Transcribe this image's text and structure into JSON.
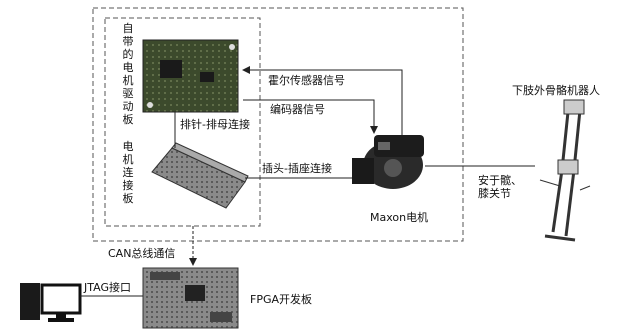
{
  "labels": {
    "driver_board": "自带的电机驱动板",
    "adapter_board": "电机连接板",
    "pin_header": "排针-排母连接",
    "plug_socket": "插头-插座连接",
    "hall_sensor": "霍尔传感器信号",
    "encoder": "编码器信号",
    "motor": "Maxon电机",
    "robot": "下肢外骨骼机器人",
    "mount": "安于髋、膝关节",
    "can_bus": "CAN总线通信",
    "jtag": "JTAG接口",
    "fpga": "FPGA开发板"
  },
  "colors": {
    "board_green": "#3c4a2c",
    "dashed_border": "#555555",
    "line": "#222222"
  }
}
